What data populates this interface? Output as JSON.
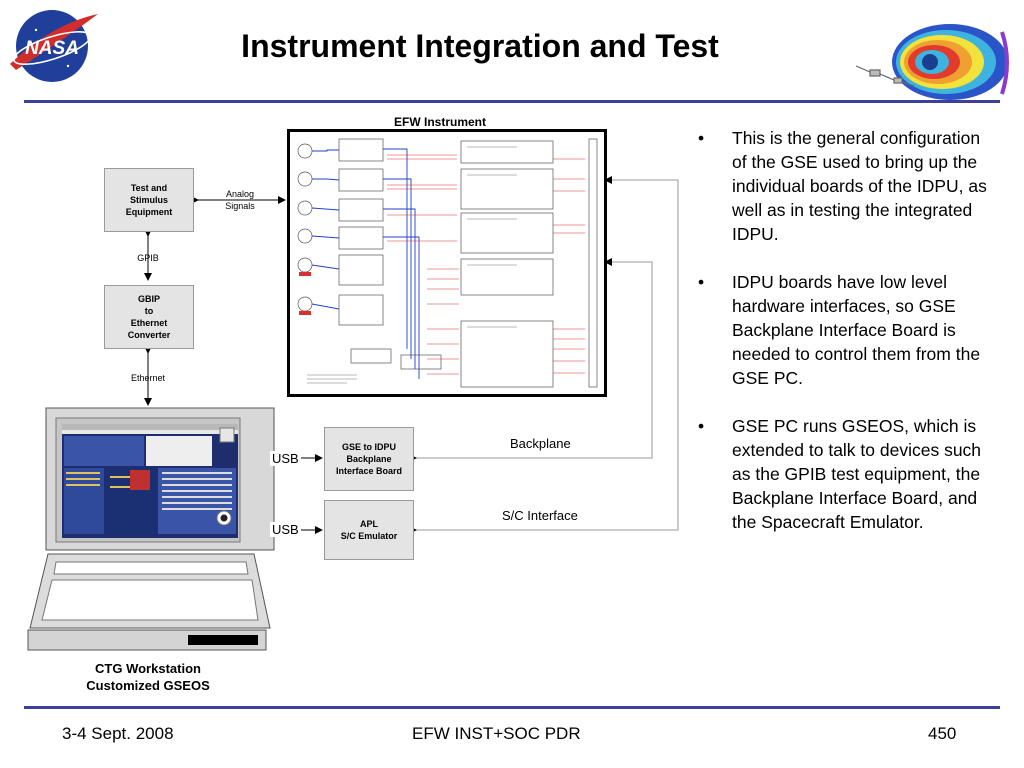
{
  "slide": {
    "title": "Instrument Integration and Test",
    "logo_text": "NASA"
  },
  "diagram": {
    "efw_label": "EFW Instrument",
    "boxes": {
      "test_stimulus": "Test and\nStimulus\nEquipment",
      "gbip": "GBIP\nto\nEthernet\nConverter",
      "gse_idpu": "GSE to IDPU\nBackplane\nInterface Board",
      "apl": "APL\nS/C Emulator"
    },
    "labels": {
      "analog": "Analog\nSignals",
      "gpib": "GPIB",
      "ethernet": "Ethernet",
      "usb_top": "USB",
      "usb_bottom": "USB",
      "backplane": "Backplane",
      "sc_interface": "S/C Interface"
    },
    "workstation_caption": "CTG Workstation\nCustomized GSEOS"
  },
  "bullets": [
    "This is the general configuration of the GSE used to bring up the individual boards of the IDPU, as well as in testing the integrated IDPU.",
    "IDPU boards have low level hardware interfaces, so GSE Backplane Interface Board is needed to control them from the GSE PC.",
    "GSE PC runs GSEOS, which is extended to talk to devices such as the GPIB test equipment, the Backplane Interface Board, and the Spacecraft Emulator."
  ],
  "footer": {
    "date": "3-4 Sept. 2008",
    "center": "EFW INST+SOC PDR",
    "page": "450"
  },
  "colors": {
    "rule": "#3b3f9e",
    "nasa_blue": "#1f3f9a",
    "nasa_red": "#d22d2d"
  }
}
